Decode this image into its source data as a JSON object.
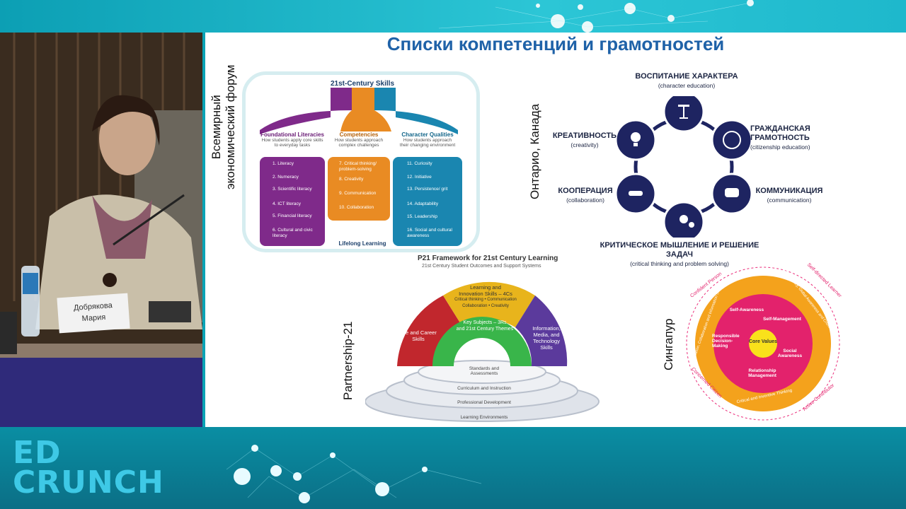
{
  "slide": {
    "title": "Списки компетенций и грамотностей",
    "wef": {
      "side_label_line1": "Всемирный",
      "side_label_line2": "экономический форум",
      "title": "21st-Century Skills",
      "footer": "Lifelong Learning",
      "columns": [
        {
          "heading": "Foundational Literacies",
          "sub1": "How students apply core skills",
          "sub2": "to everyday tasks",
          "items": [
            "1. Literacy",
            "2. Numeracy",
            "3. Scientific literacy",
            "4. ICT literacy",
            "5. Financial literacy",
            "6. Cultural and civic literacy"
          ]
        },
        {
          "heading": "Competencies",
          "sub1": "How students approach",
          "sub2": "complex challenges",
          "items": [
            "7. Critical thinking/ problem-solving",
            "8. Creativity",
            "9. Communication",
            "10. Collaboration"
          ]
        },
        {
          "heading": "Character Qualities",
          "sub1": "How students approach",
          "sub2": "their changing environment",
          "items": [
            "11. Curiosity",
            "12. Initiative",
            "13. Persistence/ grit",
            "14. Adaptability",
            "15. Leadership",
            "16. Social and cultural awareness"
          ]
        }
      ]
    },
    "ontario": {
      "side_label": "Онтарио, Канада",
      "nodes": [
        {
          "title": "ВОСПИТАНИЕ ХАРАКТЕРА",
          "sub": "(character education)"
        },
        {
          "title": "ГРАЖДАНСКАЯ ГРАМОТНОСТЬ",
          "title1": "ГРАЖДАНСКАЯ",
          "title2": "ГРАМОТНОСТЬ",
          "sub": "(citizenship education)"
        },
        {
          "title": "КОММУНИКАЦИЯ",
          "sub": "(communication)"
        },
        {
          "title": "КРИТИЧЕСКОЕ МЫШЛЕНИЕ И РЕШЕНИЕ ЗАДАЧ",
          "sub": "(critical thinking and problem solving)"
        },
        {
          "title": "КООПЕРАЦИЯ",
          "sub": "(collaboration)"
        },
        {
          "title": "КРЕАТИВНОСТЬ",
          "sub": "(creativity)"
        }
      ],
      "colors": {
        "circle": "#1e2461"
      }
    },
    "p21": {
      "side_label": "Partnership-21",
      "title": "P21 Framework for 21st Century Learning",
      "subtitle": "21st Century Student Outcomes and Support Systems",
      "arcs": {
        "left": "Life and Career Skills",
        "top1": "Learning and",
        "top2": "Innovation Skills – 4Cs",
        "top3": "Critical thinking • Communication",
        "top4": "Collaboration • Creativity",
        "inner1": "Key Subjects – 3Rs",
        "inner2": "and 21st Century Themes",
        "right": "Information, Media, and Technology Skills"
      },
      "rings": [
        "Standards and Assessments",
        "Curriculum and Instruction",
        "Professional Development",
        "Learning Environments"
      ]
    },
    "singapore": {
      "side_label": "Сингапур",
      "core": "Core Values",
      "inner": [
        "Self-Awareness",
        "Self-Management",
        "Social Awareness",
        "Relationship Management",
        "Responsible Decision-Making"
      ],
      "middle": [
        "Civic Literacy, Global Awareness and Cross-cultural Skills",
        "Critical and Inventive Thinking",
        "Communication, Collaboration and Information Skills"
      ],
      "outer": [
        "Confident Person",
        "Self-directed Learner",
        "Active Contributor",
        "Concerned Citizen"
      ]
    }
  },
  "speaker": {
    "name_line1": "Добрякова",
    "name_line2": "Мария"
  },
  "brand": {
    "line1": "ED",
    "line2": "CRUNCH"
  }
}
